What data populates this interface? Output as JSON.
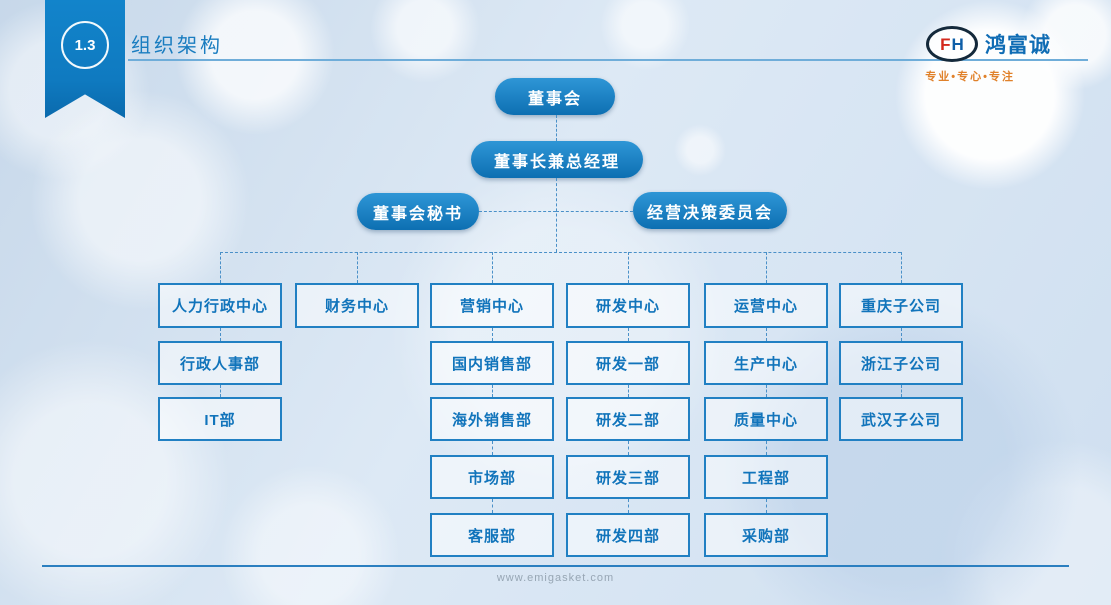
{
  "header": {
    "section_number": "1.3",
    "title": "组织架构"
  },
  "logo": {
    "letter_f": "F",
    "letter_h": "H",
    "company": "鸿富诚",
    "slogan": "专业•专心•专注"
  },
  "colors": {
    "accent_blue": "#1180c4",
    "box_border_blue": "#2180c3",
    "box_text_blue": "#1174bb",
    "slogan_orange": "#e0812a",
    "logo_red": "#d3281c",
    "footer_line_blue": "#2b7fc0"
  },
  "org_chart": {
    "type": "org-chart",
    "level1": "董事会",
    "level2": "董事长兼总经理",
    "level3": [
      "董事会秘书",
      "经营决策委员会"
    ],
    "columns": [
      {
        "head": "人力行政中心",
        "children": [
          "行政人事部",
          "IT部"
        ]
      },
      {
        "head": "财务中心",
        "children": []
      },
      {
        "head": "营销中心",
        "children": [
          "国内销售部",
          "海外销售部",
          "市场部",
          "客服部"
        ]
      },
      {
        "head": "研发中心",
        "children": [
          "研发一部",
          "研发二部",
          "研发三部",
          "研发四部"
        ]
      },
      {
        "head": "运营中心",
        "children": [
          "生产中心",
          "质量中心",
          "工程部",
          "采购部"
        ]
      },
      {
        "head": "重庆子公司",
        "children": [
          "浙江子公司",
          "武汉子公司"
        ]
      }
    ]
  },
  "footer": {
    "url": "www.emigasket.com"
  }
}
